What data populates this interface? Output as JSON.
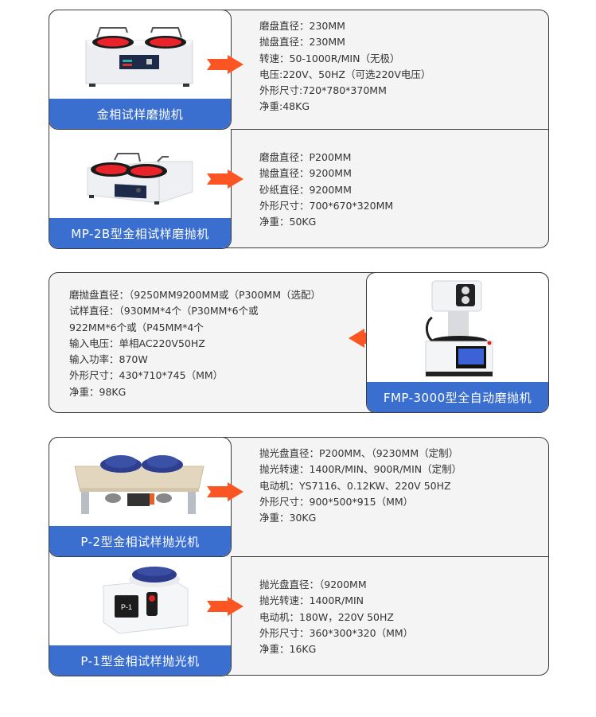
{
  "colors": {
    "label_bg": "#3a6fd0",
    "arrow": "#fa5522",
    "card_bg": "#f4f4f4",
    "border": "#3a3a3a"
  },
  "products": [
    {
      "name": "金相试样磨抛机",
      "arrow_direction": "right",
      "specs": [
        "磨盘直径：230MM",
        "抛盘直径：230MM",
        "转速：50-1000R/MIN（无极）",
        "电压:220V、50HZ（可选220V电压）",
        "外形尺寸:720*780*370MM",
        "净重:48KG"
      ]
    },
    {
      "name": "MP-2B型金相试样磨抛机",
      "arrow_direction": "right",
      "specs": [
        "磨盘直径：P200MM",
        "抛盘直径：9200MM",
        "砂纸直径：9200MM",
        "外形尺寸：700*670*320MM",
        "净重：50KG"
      ]
    },
    {
      "name": "FMP-3000型全自动磨抛机",
      "arrow_direction": "left",
      "specs": [
        "磨抛盘直径：（9250MM9200MM或（P300MM（选配）",
        "试样直径：（930MM*4个（P30MM*6个或",
        "922MM*6个或（P45MM*4个",
        "输入电压：单相AC220V50HZ",
        "输入功率：870W",
        "外形尺寸：430*710*745（MM）",
        "净重：98KG"
      ]
    },
    {
      "name": "P-2型金相试样抛光机",
      "arrow_direction": "right",
      "specs": [
        "抛光盘直径：P200MM、（9230MM（定制）",
        "抛光转速：1400R/MIN、900R/MIN（定制）",
        "电动机：YS7116、0.12KW、220V 50HZ",
        "外形尺寸：900*500*915（MM）",
        "净重：30KG"
      ]
    },
    {
      "name": "P-1型金相试样抛光机",
      "arrow_direction": "right",
      "specs": [
        "抛光盘直径：（9200MM",
        "抛光转速：1400R/MIN",
        "电动机：180W，220V 50HZ",
        "外形尺寸：360*300*320（MM）",
        "净重：16KG"
      ]
    }
  ]
}
